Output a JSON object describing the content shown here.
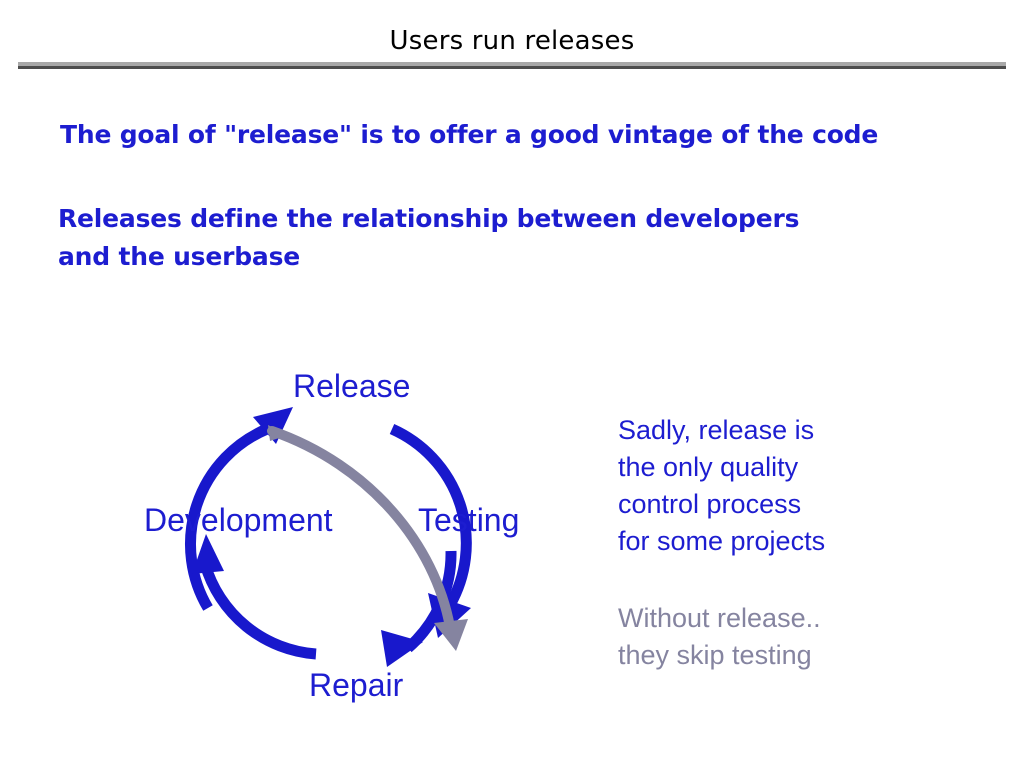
{
  "slide": {
    "title": "Users run releases",
    "bullets": [
      "The goal of \"release\" is to offer a good vintage of the code",
      "Releases define the relationship between developers\nand the userbase"
    ]
  },
  "diagram": {
    "name": "release-cycle",
    "nodes": [
      {
        "id": "release",
        "label": "Release"
      },
      {
        "id": "testing",
        "label": "Testing"
      },
      {
        "id": "repair",
        "label": "Repair"
      },
      {
        "id": "development",
        "label": "Development"
      }
    ],
    "edges": [
      {
        "from": "development",
        "to": "release",
        "style": "solid-arc",
        "color": "#1818cc"
      },
      {
        "from": "release",
        "to": "testing",
        "style": "solid-arc",
        "color": "#1818cc"
      },
      {
        "from": "testing",
        "to": "repair",
        "style": "solid-arc",
        "color": "#1818cc"
      },
      {
        "from": "repair",
        "to": "development",
        "style": "solid-arc",
        "color": "#1818cc"
      },
      {
        "from": "release",
        "to": "repair",
        "style": "shortcut-arc",
        "color": "#8584a0"
      }
    ]
  },
  "notes": {
    "primary": "Sadly, release is\nthe only quality\ncontrol process\nfor some projects",
    "secondary": "Without release..\nthey skip testing"
  },
  "colors": {
    "blue": "#1d1dd0",
    "arrow_blue": "#1818cc",
    "gray": "#8584a0",
    "rule_light": "#a8a8a8",
    "rule_dark": "#4d4d4d",
    "title_black": "#000000",
    "background": "#ffffff"
  }
}
